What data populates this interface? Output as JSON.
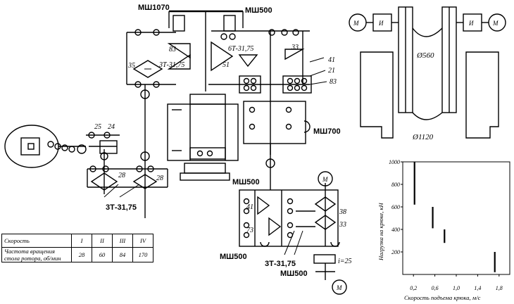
{
  "labels": {
    "coupling_top_left": "МШ1070",
    "coupling_top_right": "МШ500",
    "coupling_right": "МШ700",
    "coupling_mid": "МШ500",
    "coupling_lower_left": "МШ500",
    "coupling_bottom": "МШ500",
    "chain_left": "3Т-31,75",
    "chain_upper": "3Т-31,75",
    "chain_upper_right": "6Т-31,75",
    "chain_bottom": "3Т-31,75",
    "ratio": "i=25",
    "motor_symbol": "М",
    "inverter_symbol": "И"
  },
  "teeth": {
    "n83_left": "83",
    "n35": "35",
    "n51": "51",
    "n33_top": "33",
    "n41_top": "41",
    "n21": "21",
    "n83_right": "83",
    "n25": "25",
    "n24": "24",
    "n28_a": "28",
    "n28_b": "28",
    "n41_bottom": "41",
    "n73": "73",
    "n38": "38",
    "n33_bottom": "33"
  },
  "drum": {
    "dim_small": "Ø560",
    "dim_large": "Ø1120"
  },
  "table": {
    "header_label": "Скорость",
    "row_label": "Частота вращения стола ротора, об/мин",
    "speeds": [
      "I",
      "II",
      "III",
      "IV"
    ],
    "values": [
      "28",
      "60",
      "84",
      "170"
    ]
  },
  "chart_data": {
    "type": "bar",
    "ylabel": "Нагрузка на крюке, кН",
    "xlabel": "Скорость подъема крюка, м/с",
    "xlim": [
      0,
      2.0
    ],
    "ylim": [
      0,
      1000
    ],
    "x_ticks": [
      "0,2",
      "0,6",
      "1,0",
      "1,4",
      "1,8"
    ],
    "y_ticks": [
      "200",
      "400",
      "600",
      "800",
      "1000"
    ],
    "series": [
      {
        "x": 0.22,
        "y_low": 620,
        "y_high": 1000
      },
      {
        "x": 0.56,
        "y_low": 410,
        "y_high": 600
      },
      {
        "x": 0.78,
        "y_low": 280,
        "y_high": 400
      },
      {
        "x": 1.72,
        "y_low": 20,
        "y_high": 200
      }
    ]
  }
}
